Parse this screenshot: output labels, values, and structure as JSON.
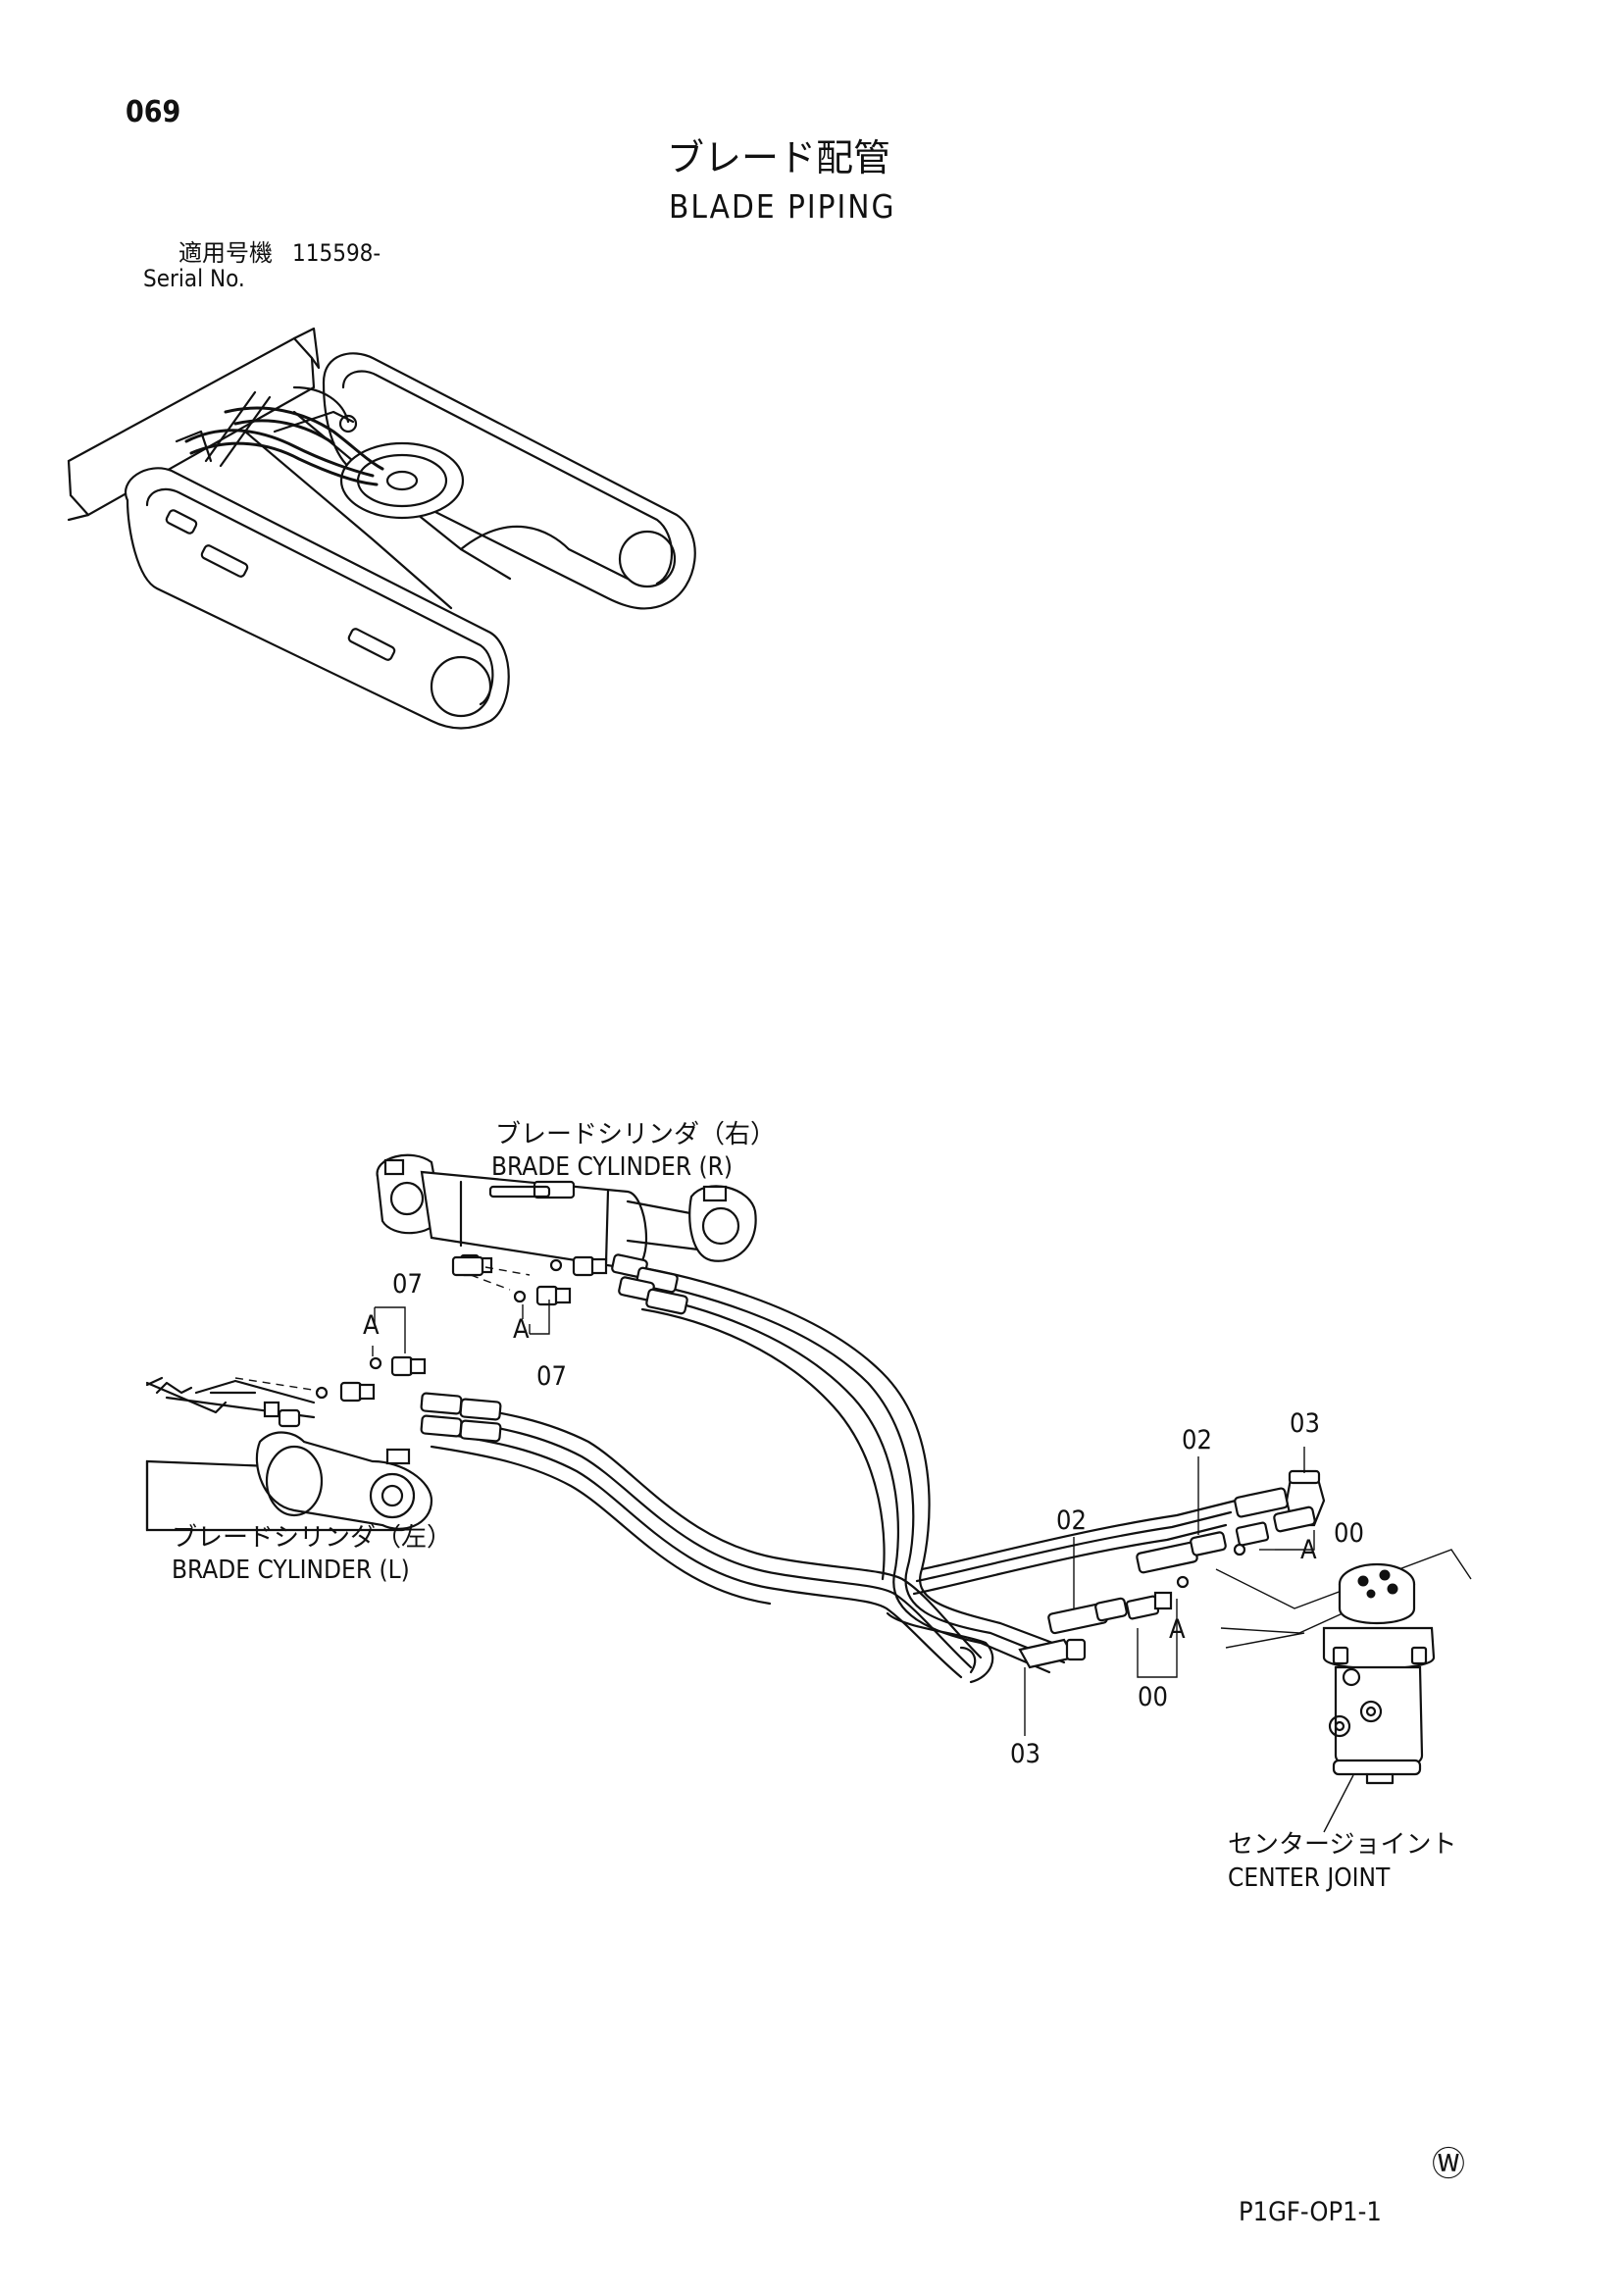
{
  "header": {
    "page_number": "069",
    "title_jp": "ブレード配管",
    "title_en": "BLADE PIPING"
  },
  "serial": {
    "label_jp": "適用号機",
    "value": "115598-",
    "label_en": "Serial No."
  },
  "callouts": {
    "cylinder_right_jp": "ブレードシリンダ（右）",
    "cylinder_right_en": "BRADE  CYLINDER (R)",
    "cylinder_left_jp": "ブレードシリンダ（左）",
    "cylinder_left_en": "BRADE  CYLINDER (L)",
    "center_joint_jp": "センタージョイント",
    "center_joint_en": "CENTER JOINT"
  },
  "part_numbers": {
    "p07_upper": "07",
    "p07_lower": "07",
    "p02_right": "02",
    "p02_left": "02",
    "p03_right": "03",
    "p03_left": "03",
    "p00_right": "00",
    "p00_left": "00",
    "view_a_1": "A",
    "view_a_2": "A",
    "view_a_3": "A",
    "view_a_4": "A"
  },
  "footer": {
    "mark": "Ⓦ",
    "code": "P1GF-OP1-1"
  }
}
